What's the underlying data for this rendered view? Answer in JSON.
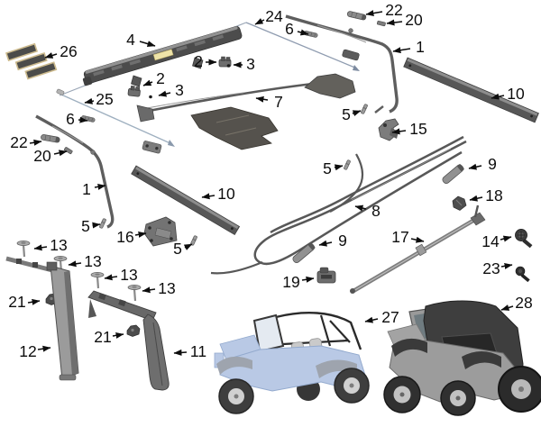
{
  "diagram": {
    "background": "#ffffff",
    "line_color": "#141414",
    "part_color": "#5a5a5a",
    "callouts": [
      "26",
      "4",
      "24",
      "6",
      "22",
      "20",
      "1",
      "2",
      "3",
      "2",
      "3",
      "10",
      "25",
      "7",
      "6",
      "5",
      "15",
      "22",
      "20",
      "1",
      "10",
      "5",
      "9",
      "18",
      "8",
      "5",
      "16",
      "5",
      "13",
      "13",
      "13",
      "13",
      "21",
      "21",
      "12",
      "11",
      "9",
      "19",
      "17",
      "14",
      "23",
      "28",
      "27"
    ]
  }
}
